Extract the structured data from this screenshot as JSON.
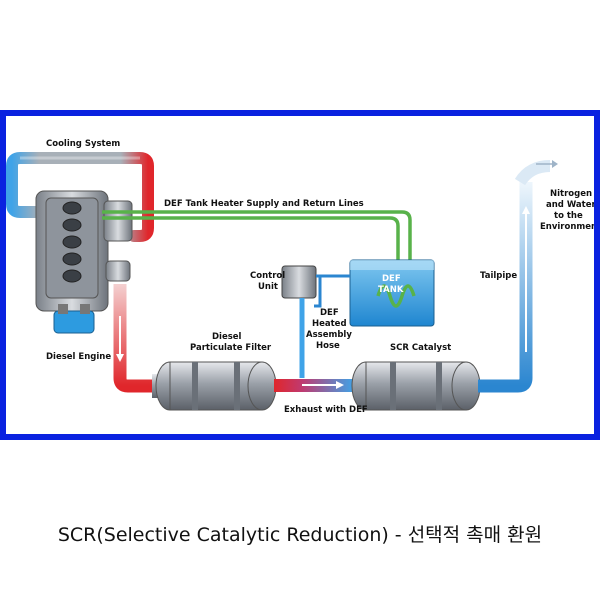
{
  "diagram": {
    "labels": {
      "cooling_system": "Cooling System",
      "def_lines": "DEF Tank Heater Supply and Return Lines",
      "control_unit_1": "Control",
      "control_unit_2": "Unit",
      "def_tank_1": "DEF",
      "def_tank_2": "TANK",
      "def_hose_1": "DEF",
      "def_hose_2": "Heated",
      "def_hose_3": "Assembly",
      "def_hose_4": "Hose",
      "tailpipe": "Tailpipe",
      "nitrogen_1": "Nitrogen",
      "nitrogen_2": "and Water",
      "nitrogen_3": "to the",
      "nitrogen_4": "Environment",
      "diesel_engine": "Diesel Engine",
      "dpf_1": "Diesel",
      "dpf_2": "Particulate Filter",
      "scr_catalyst": "SCR Catalyst",
      "exhaust_def": "Exhaust with DEF"
    },
    "colors": {
      "frame": "#0a22e0",
      "hot_pipe": "#e0262b",
      "cool_pipe": "#3fa3e8",
      "def_line": "#58b24a",
      "def_tank": "#2d9be0"
    }
  },
  "caption": "SCR(Selective Catalytic Reduction) - 선택적 촉매 환원"
}
